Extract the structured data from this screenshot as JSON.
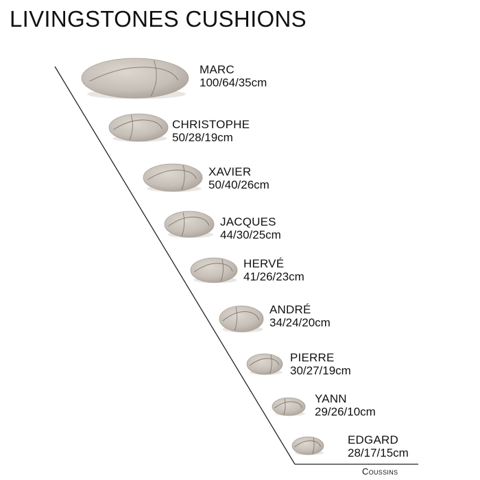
{
  "title": "LIVINGSTONES CUSHIONS",
  "footer_label": "Coussins",
  "colors": {
    "stone_fill": "#c9c2ba",
    "stone_shade": "#a99f96",
    "stone_seam": "#6e6660",
    "line": "#222222",
    "text": "#111111"
  },
  "cushions": [
    {
      "name": "MARC",
      "dimensions": "100/64/35cm"
    },
    {
      "name": "CHRISTOPHE",
      "dimensions": "50/28/19cm"
    },
    {
      "name": "XAVIER",
      "dimensions": "50/40/26cm"
    },
    {
      "name": "JACQUES",
      "dimensions": "44/30/25cm"
    },
    {
      "name": "HERVÉ",
      "dimensions": "41/26/23cm"
    },
    {
      "name": "ANDRÉ",
      "dimensions": "34/24/20cm"
    },
    {
      "name": "PIERRE",
      "dimensions": "30/27/19cm"
    },
    {
      "name": "YANN",
      "dimensions": "29/26/10cm"
    },
    {
      "name": "EDGARD",
      "dimensions": "28/17/15cm"
    }
  ]
}
